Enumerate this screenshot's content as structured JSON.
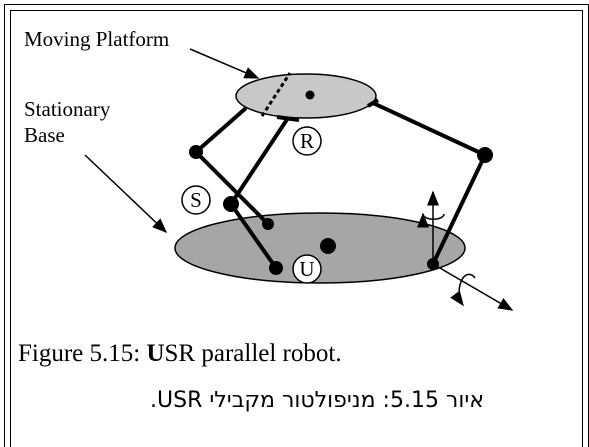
{
  "labels": {
    "moving_platform": "Moving Platform",
    "stationary_base_line1": "Stationary",
    "stationary_base_line2": "Base",
    "joint_r": "R",
    "joint_s": "S",
    "joint_u": "U"
  },
  "caption": {
    "prefix": "Figure 5.15: ",
    "bold": "U",
    "rest": "SR parallel robot."
  },
  "caption_hebrew": "איור 5.15: מניפולטור מקבילי USR.",
  "colors": {
    "platform_fill": "#c8c8c8",
    "base_fill": "#a6a6a6",
    "line": "#000000"
  }
}
